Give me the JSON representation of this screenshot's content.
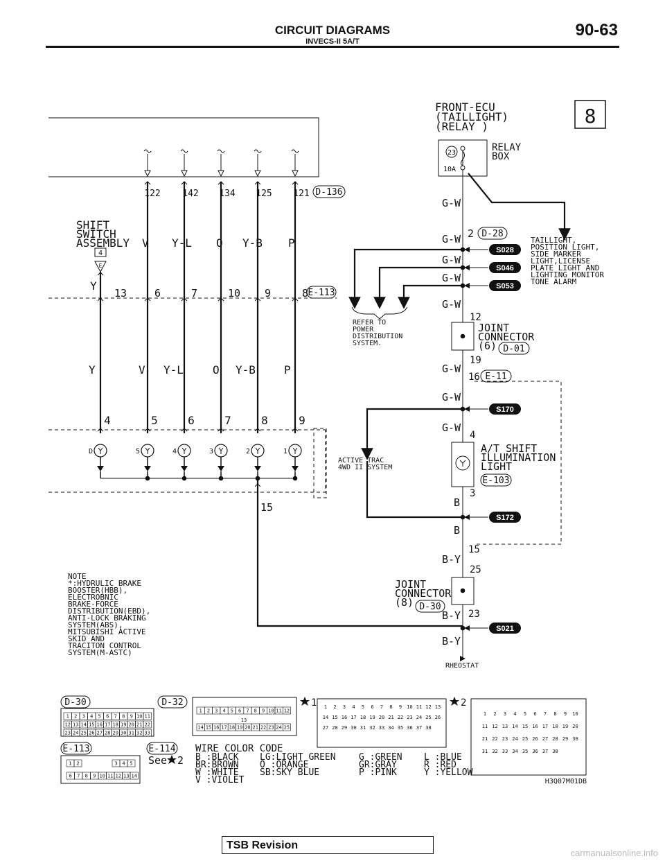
{
  "header": {
    "title": "CIRCUIT DIAGRAMS",
    "subtitle": "INVECS-II 5A/T",
    "page": "90-63"
  },
  "footer": {
    "revision": "TSB Revision",
    "watermark": "carmanualsonline.info",
    "figure_code": "H3Q07M01DB"
  },
  "diagram": {
    "sheet_number": "8",
    "front_ecu": [
      "FRONT-ECU",
      "(TAILLIGHT)",
      "(RELAY   )"
    ],
    "relay_box": [
      "RELAY",
      "BOX"
    ],
    "fuse_number": "23",
    "fuse_rating": "10A",
    "taillight_lines": [
      "TAILLIGHT,",
      "POSITION LIGHT,",
      "SIDE MARKER",
      "LIGHT,LICENSE",
      "PLATE LIGHT AND",
      "LIGHTING MONITOR",
      "TONE ALARM"
    ],
    "shift_switch": [
      "SHIFT",
      "SWITCH",
      "ASSEMBLY"
    ],
    "shift_switch_box": "4",
    "shift_switch_mark": "E",
    "connector_d136": "D-136",
    "d136_pins": [
      "122",
      "142",
      "134",
      "125",
      "121"
    ],
    "connector_e113": "E-113",
    "e113_pins": [
      "13",
      "6",
      "7",
      "10",
      "9",
      "8"
    ],
    "wire_colors_top": [
      "Y",
      "V",
      "Y-L",
      "O",
      "Y-B",
      "P"
    ],
    "wire_colors_mid": [
      "Y",
      "V",
      "Y-L",
      "O",
      "Y-B",
      "P"
    ],
    "lower_pins": [
      "4",
      "5",
      "6",
      "7",
      "8",
      "9"
    ],
    "illum_labels": [
      "D",
      "5",
      "4",
      "3",
      "2",
      "1"
    ],
    "ground_pin": "15",
    "refer_lines": [
      "REFER TO",
      "POWER",
      "DISTRIBUTION",
      "SYSTEM."
    ],
    "splices": [
      "S028",
      "S046",
      "S053",
      "S170",
      "S172",
      "S021"
    ],
    "right_wire_labels": [
      "G-W",
      "G-W",
      "G-W",
      "G-W",
      "G-W",
      "G-W",
      "G-W",
      "G-W",
      "B",
      "B",
      "B-Y",
      "B-Y",
      "B-Y"
    ],
    "pin_d28": "2",
    "connector_d28": "D-28",
    "jc6_lines": [
      "JOINT",
      "CONNECTOR",
      "(6)"
    ],
    "jc6_connector": "D-01",
    "jc6_pins": [
      "12",
      "19"
    ],
    "pin_e11": "16",
    "connector_e11": "E-11",
    "active_trac": [
      "ACTIVE TRAC",
      "4WD II SYSTEM"
    ],
    "illum_pins": [
      "4",
      "3"
    ],
    "illum_lines": [
      "A/T SHIFT",
      "ILLUMINATION",
      "LIGHT"
    ],
    "illum_connector": "E-103",
    "pin_15b": "15",
    "jc8_lines": [
      "JOINT",
      "CONNECTOR",
      "(8)"
    ],
    "jc8_connector": "D-30",
    "jc8_pins": [
      "25",
      "23"
    ],
    "rheostat": "RHEOSTAT",
    "note_lines": [
      "NOTE",
      "*:HYDRULIC BRAKE",
      "  BOOSTER(HBB),",
      "  ELECTROBNIC",
      "  BRAKE-FORCE",
      "  DISTRIBUTION(EBD),",
      "  ANTI-LOCK BRAKING",
      "  SYSTEM(ABS),",
      "  MITSUBISHI ACTIVE",
      "  SKID AND",
      "  TRACITON CONTROL",
      "  SYSTEM(M-ASTC)"
    ]
  },
  "connectors": {
    "d30": {
      "label": "D-30",
      "rows": [
        [
          "1",
          "2",
          "3",
          "4",
          "5",
          "6",
          "7",
          "8",
          "9",
          "10",
          "11"
        ],
        [
          "12",
          "13",
          "14",
          "15",
          "16",
          "17",
          "18",
          "19",
          "20",
          "21",
          "22"
        ],
        [
          "23",
          "24",
          "25",
          "26",
          "27",
          "28",
          "29",
          "30",
          "31",
          "32",
          "33"
        ]
      ]
    },
    "d32": {
      "label": "D-32",
      "rows": [
        [
          "1",
          "2",
          "3",
          "4",
          "5",
          "6",
          "7",
          "8",
          "9",
          "10",
          "11",
          "12"
        ],
        [
          "13"
        ],
        [
          "14",
          "15",
          "16",
          "17",
          "18",
          "19",
          "20",
          "21",
          "22",
          "23",
          "24",
          "25"
        ]
      ]
    },
    "star1": "1",
    "star2": "2",
    "e113": {
      "label": "E-113",
      "rows": [
        [
          "1",
          "2",
          "3",
          "4",
          "5"
        ],
        [
          "6",
          "7",
          "8",
          "9",
          "10",
          "11",
          "12",
          "13",
          "14"
        ]
      ]
    },
    "e114": {
      "label": "E-114",
      "see": "See",
      "see_ref": "2"
    },
    "c1": [
      "1",
      "2",
      "3",
      "4",
      "5",
      "6",
      "7",
      "8",
      "9",
      "10",
      "11",
      "12",
      "13",
      "14",
      "15",
      "16",
      "17",
      "18",
      "19",
      "20",
      "21",
      "22",
      "23",
      "24",
      "25",
      "26",
      "27",
      "28",
      "29",
      "30",
      "31",
      "32",
      "33",
      "34",
      "35",
      "36",
      "37",
      "38"
    ],
    "c2": [
      "1",
      "2",
      "3",
      "4",
      "5",
      "6",
      "7",
      "8",
      "9",
      "10",
      "11",
      "12",
      "13",
      "14",
      "15",
      "16",
      "17",
      "18",
      "19",
      "20",
      "21",
      "22",
      "23",
      "24",
      "25",
      "26",
      "27",
      "28",
      "29",
      "30",
      "31",
      "32",
      "33",
      "34",
      "35",
      "36",
      "37",
      "38"
    ]
  },
  "legend": {
    "title": "WIRE COLOR CODE",
    "columns": [
      [
        "B :BLACK",
        "BR:BROWN",
        "W :WHITE",
        "V :VIOLET"
      ],
      [
        "LG:LIGHT GREEN",
        "O :ORANGE",
        "SB:SKY BLUE"
      ],
      [
        "G :GREEN",
        "GR:GRAY",
        "P :PINK"
      ],
      [
        "L :BLUE",
        "R :RED",
        "Y :YELLOW"
      ]
    ]
  }
}
